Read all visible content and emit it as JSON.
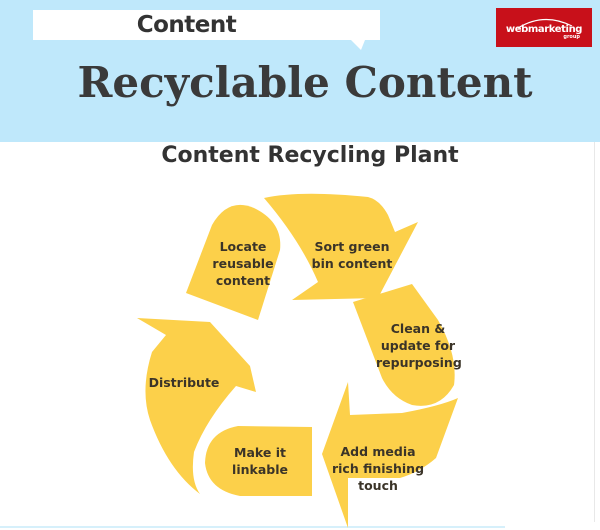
{
  "header": {
    "tag": "Content",
    "title": "Recyclable Content",
    "background_color": "#bfe8fb"
  },
  "logo": {
    "brand": "webmarketing",
    "sub": "group",
    "background_color": "#c8101a"
  },
  "diagram": {
    "title": "Content Recycling Plant",
    "shape_color": "#fcd04a",
    "steps": [
      {
        "label": "Locate reusable content"
      },
      {
        "label": "Sort green bin content"
      },
      {
        "label": "Clean & update for repurposing"
      },
      {
        "label": "Add media rich finishing touch"
      },
      {
        "label": "Make it linkable"
      },
      {
        "label": "Distribute"
      }
    ]
  }
}
